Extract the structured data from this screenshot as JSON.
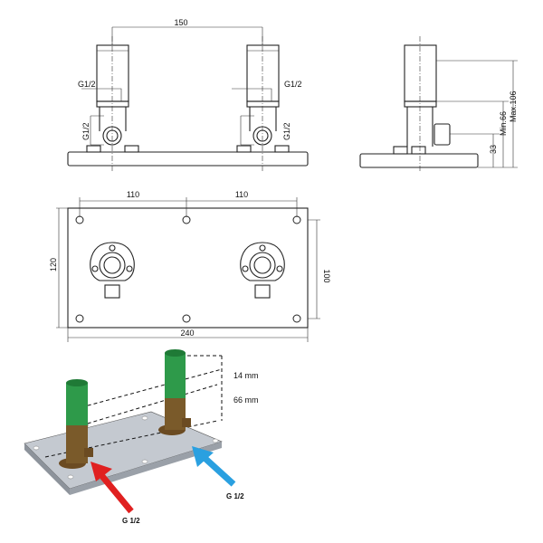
{
  "front_view": {
    "dim_spacing": "150",
    "label_top_left": "G1/2",
    "label_top_right": "G1/2",
    "label_side_left": "G1/2",
    "label_side_right": "G1/2"
  },
  "side_view": {
    "dim_outlet": "33",
    "dim_min": "Min.66",
    "dim_max": "Max.106"
  },
  "plan_view": {
    "dim_left": "110",
    "dim_right": "110",
    "dim_height": "120",
    "dim_inner": "100",
    "dim_width": "240"
  },
  "iso_view": {
    "dim_upper": "14 mm",
    "dim_lower": "66 mm",
    "label_red": "G 1/2",
    "label_blue": "G 1/2",
    "colors": {
      "hot": "#e02020",
      "cold": "#2aa0e0",
      "pipe": "#2e9a4a",
      "brass": "#7a5a2a",
      "plate": "#b8bec6"
    }
  }
}
